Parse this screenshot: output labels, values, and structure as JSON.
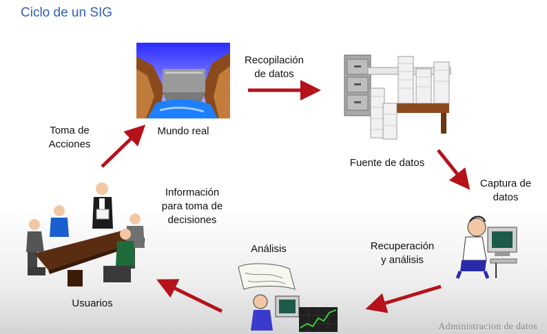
{
  "slide": {
    "title": "Ciclo de un SIG",
    "footer": "Administracion de datos"
  },
  "nodes": {
    "mundo_real": "Mundo real",
    "fuente_datos": "Fuente de datos",
    "usuarios": "Usuarios",
    "analisis": "Análisis"
  },
  "steps": {
    "recopilacion": [
      "Recopilación",
      "de datos"
    ],
    "captura": [
      "Captura de",
      "datos"
    ],
    "recuperacion": [
      "Recuperación",
      "y análisis"
    ],
    "informacion": [
      "Información",
      "para toma de",
      "decisiones"
    ],
    "toma_acciones": [
      "Toma de",
      "Acciones"
    ]
  },
  "colors": {
    "arrow": "#b5121b",
    "title": "#2e5db8"
  }
}
